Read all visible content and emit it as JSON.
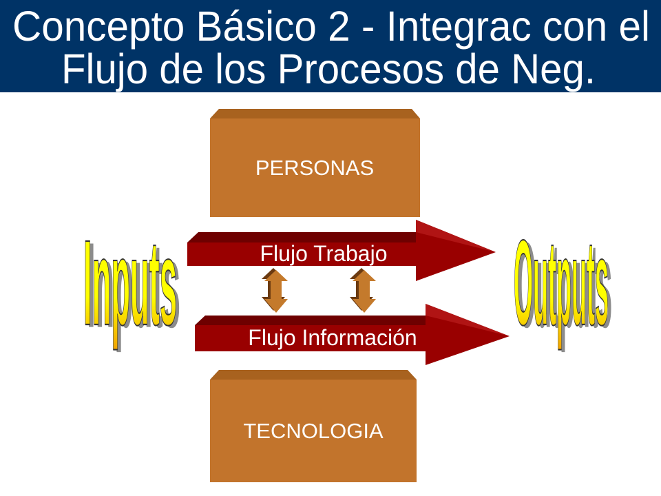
{
  "slide": {
    "title_lines": [
      "Concepto Básico 2 - Integrac con el",
      "Flujo de los Procesos de Neg."
    ]
  },
  "boxes": {
    "top": {
      "label": "PERSONAS"
    },
    "bottom": {
      "label": "TECNOLOGIA"
    }
  },
  "flows": {
    "work": {
      "label": "Flujo Trabajo"
    },
    "information": {
      "label": "Flujo Información"
    }
  },
  "wordart": {
    "left": "Inputs",
    "right": "Outputs"
  },
  "colors": {
    "background": "#FFFFFF",
    "title_bar": "#003366",
    "title_text": "#FFFFFF",
    "box_face": "#C2742C",
    "box_top": "#A8621F",
    "label_text": "#FFFFFF",
    "arrow_face": "#990000",
    "arrow_top": "#6E0000",
    "arrow_highlight": "#B01414",
    "updown_face": "#C47A2C",
    "updown_side": "#6B3A10",
    "wordart_fill_top": "#FFFF00",
    "wordart_fill_bottom": "#F0A000",
    "wordart_outline": "#333333",
    "wordart_shadow": "#8C8C8C"
  }
}
